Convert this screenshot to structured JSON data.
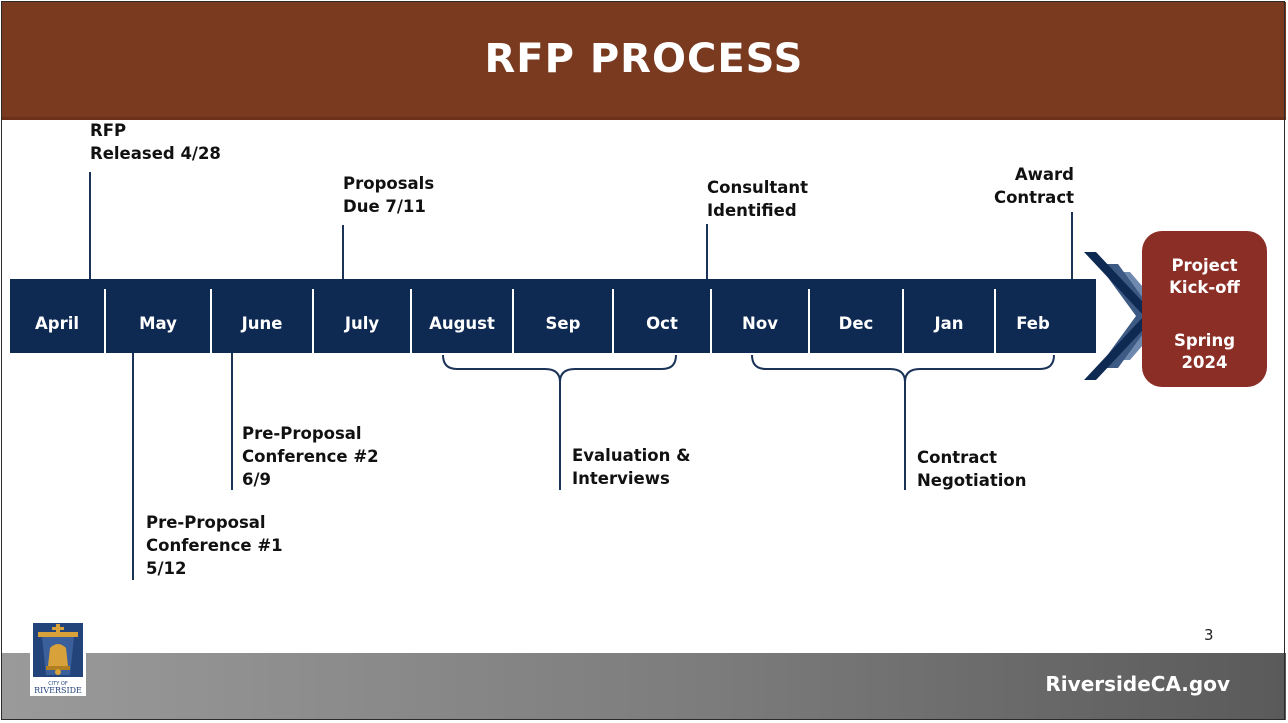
{
  "slide": {
    "title": "RFP PROCESS",
    "page_number": "3",
    "footer_site": "RiversideCA.gov",
    "logo_text": [
      "CITY OF",
      "RIVERSIDE"
    ]
  },
  "months": [
    "April",
    "May",
    "June",
    "July",
    "August",
    "Sep",
    "Oct",
    "Nov",
    "Dec",
    "Jan",
    "Feb"
  ],
  "milestones": {
    "rfp_released": [
      "RFP",
      "Released 4/28"
    ],
    "proposals_due": [
      "Proposals",
      "Due 7/11"
    ],
    "consultant_identified": [
      "Consultant",
      "Identified"
    ],
    "award_contract": [
      "Award",
      "Contract"
    ],
    "preproposal_2": [
      "Pre-Proposal",
      "Conference #2",
      "6/9"
    ],
    "preproposal_1": [
      "Pre-Proposal",
      "Conference #1",
      "5/12"
    ],
    "evaluation": [
      "Evaluation &",
      "Interviews"
    ],
    "negotiation": [
      "Contract",
      "Negotiation"
    ]
  },
  "kickoff": {
    "line1": "Project",
    "line2": "Kick-off",
    "line3": "Spring",
    "line4": "2024"
  },
  "colors": {
    "header": "#7a3a1f",
    "timeline": "#0f2a52",
    "kickoff": "#8b2e26",
    "footer": "#7c7c7c"
  }
}
